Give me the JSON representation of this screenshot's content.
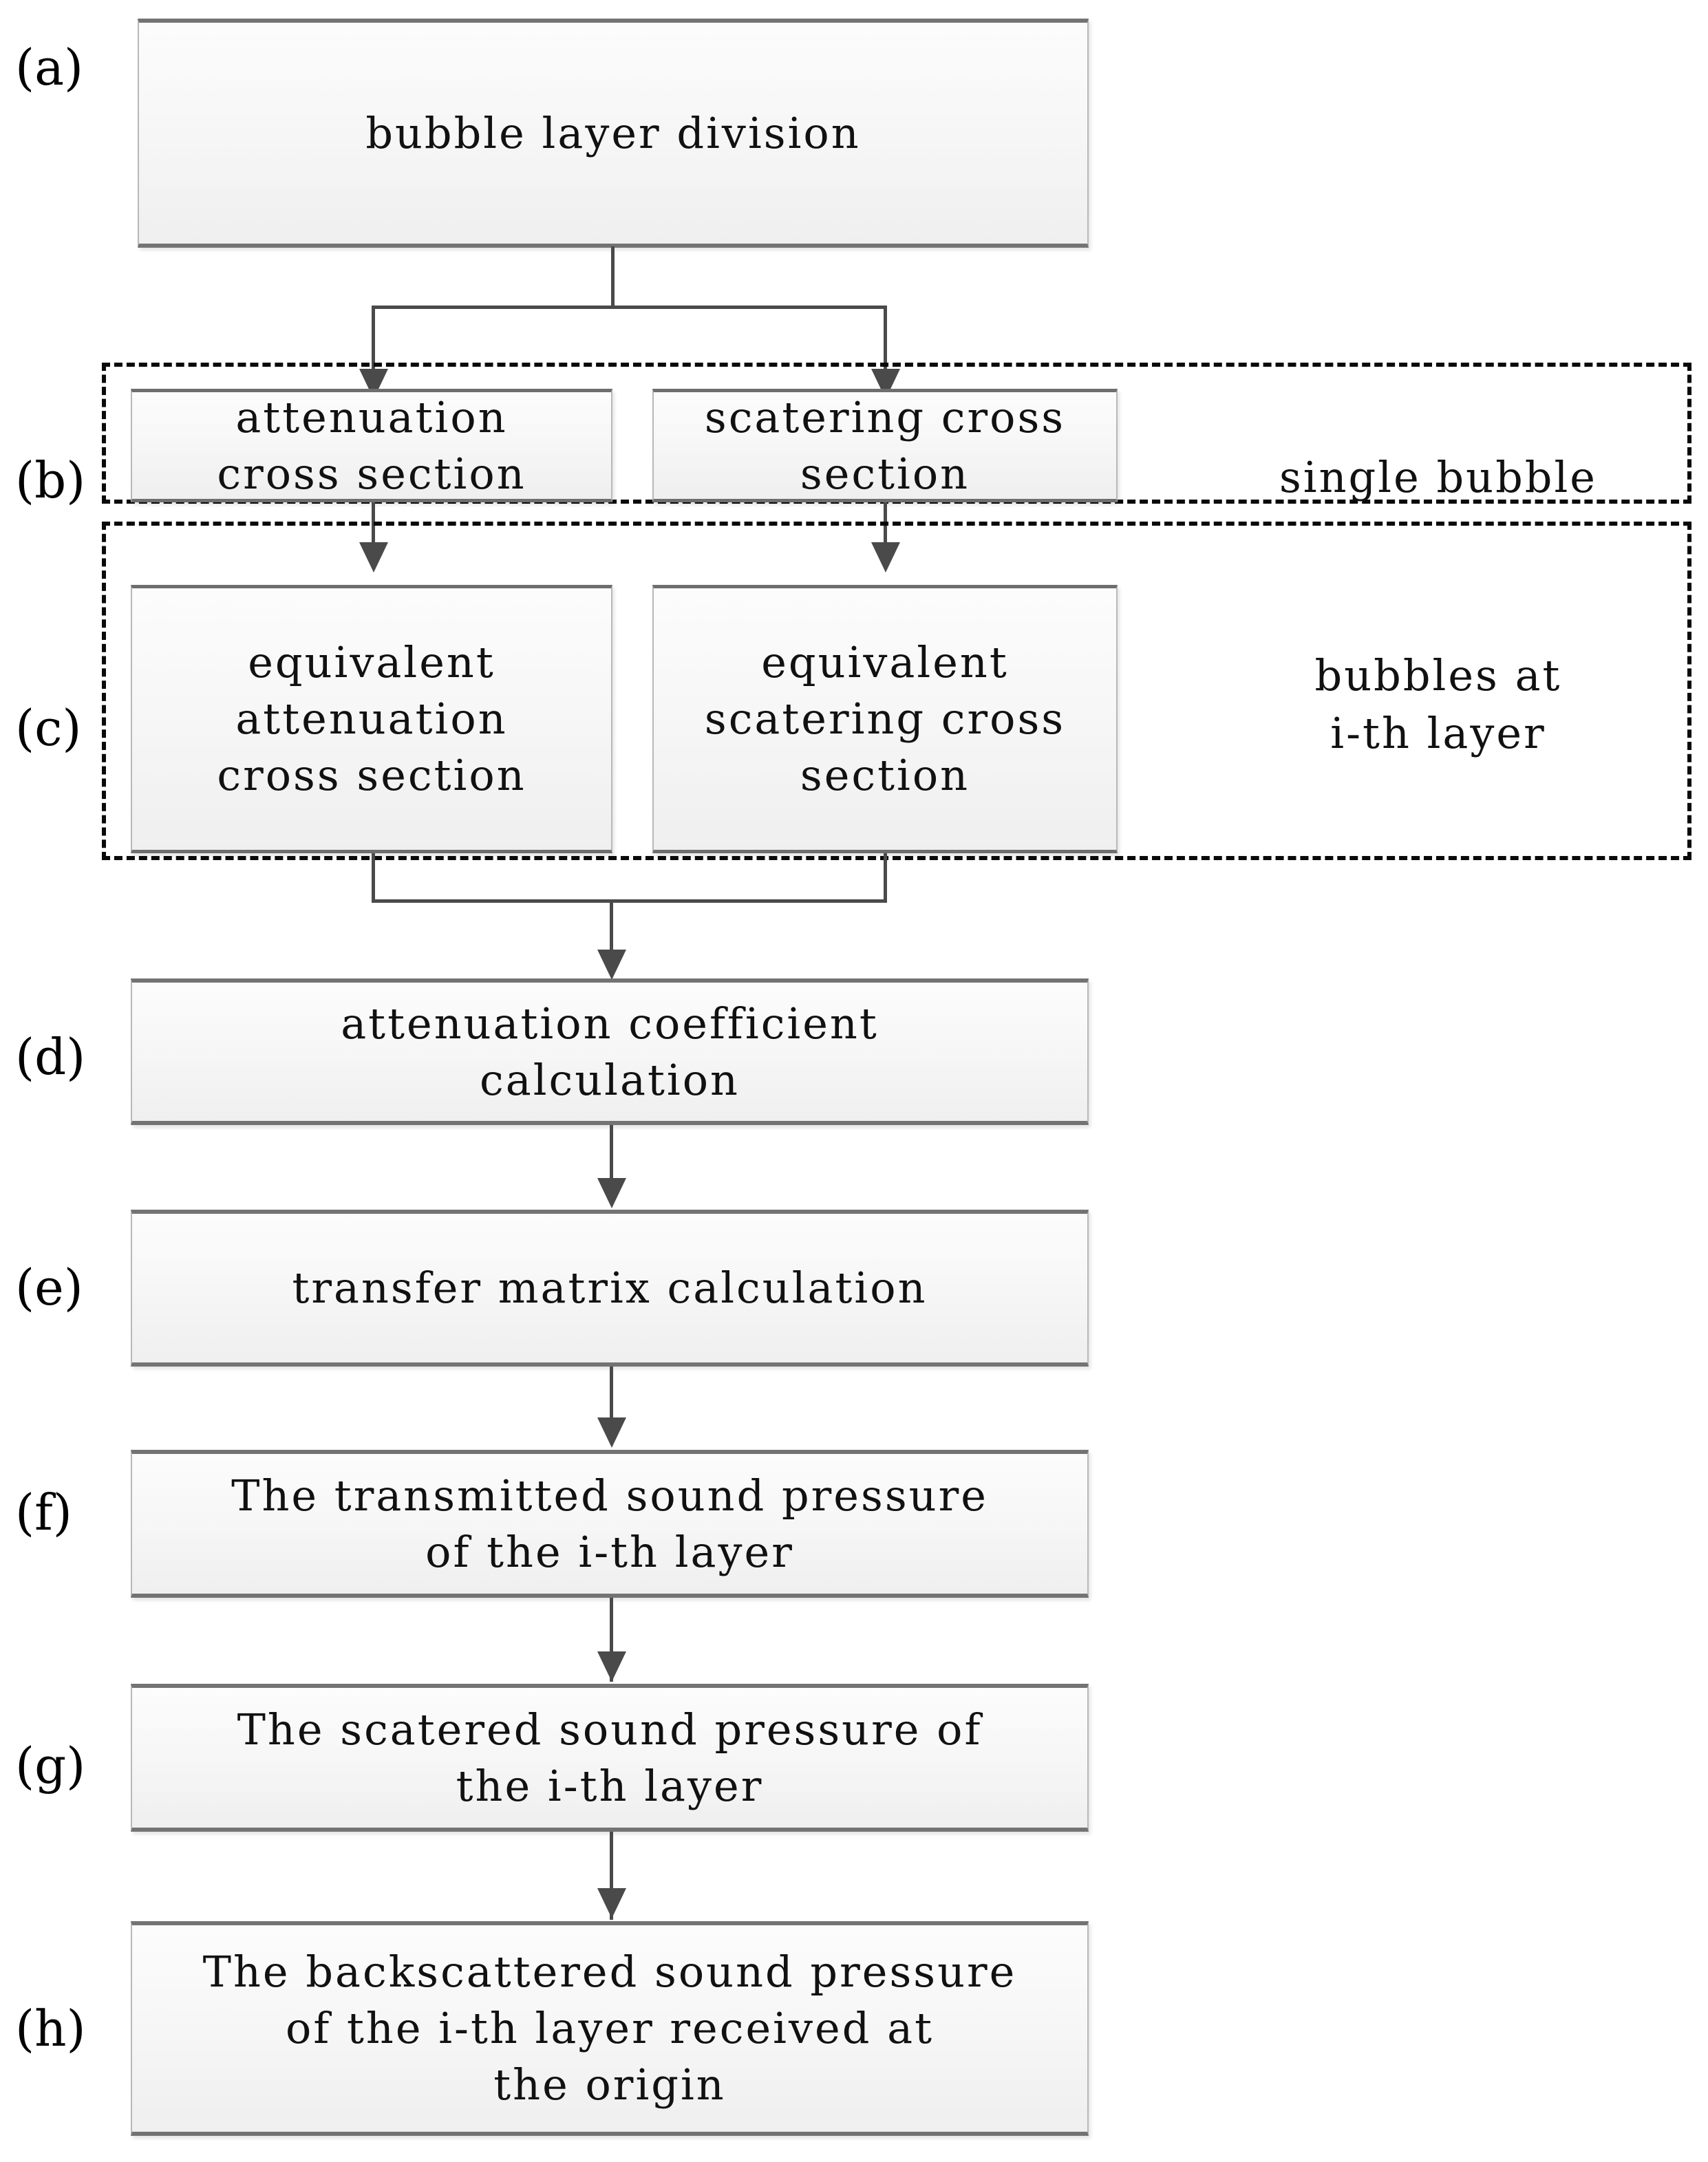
{
  "figure": {
    "type": "flowchart",
    "orientation": "top-to-bottom",
    "panel_labels": [
      "(a)",
      "(b)",
      "(c)",
      "(d)",
      "(e)",
      "(f)",
      "(g)",
      "(h)"
    ]
  },
  "labels": {
    "a": "(a)",
    "b": "(b)",
    "c": "(c)",
    "d": "(d)",
    "e": "(e)",
    "f": "(f)",
    "g": "(g)",
    "h": "(h)"
  },
  "nodes": {
    "a": {
      "text": "bubble layer division"
    },
    "b_left": {
      "text": "attenuation\ncross section"
    },
    "b_right": {
      "text": "scatering cross\nsection"
    },
    "c_left": {
      "text": "equivalent\nattenuation\ncross section"
    },
    "c_right": {
      "text": "equivalent\nscatering cross\nsection"
    },
    "d": {
      "text": "attenuation coefficient\ncalculation"
    },
    "e": {
      "text": "transfer matrix calculation"
    },
    "f": {
      "text": "The transmitted sound pressure\nof the i-th layer"
    },
    "g": {
      "text": "The scatered sound pressure of\nthe i-th layer"
    },
    "h": {
      "text": "The backscattered sound pressure\nof the i-th layer received at\nthe origin"
    }
  },
  "groups": {
    "single_bubble": {
      "caption": "single bubble"
    },
    "ith_layer": {
      "caption": "bubbles at\ni-th layer"
    }
  },
  "colors": {
    "box_fill_top": "#fcfcfc",
    "box_fill_bottom": "#efefef",
    "box_border": "#b8b8b8",
    "box_edge_accent": "#737373",
    "connector": "#4a4a4a",
    "dashed_group_border": "#0a0a0a",
    "text": "#111111",
    "background": "#ffffff"
  }
}
